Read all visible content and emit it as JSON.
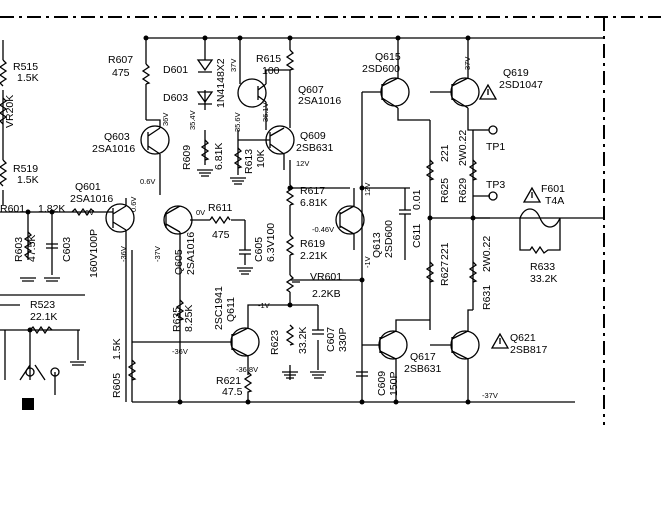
{
  "labels": {
    "r515": "R515",
    "r515v": "1.5K",
    "vr20k": "VR20K",
    "r519": "R519",
    "r519v": "1.5K",
    "r601": "R601",
    "r601v": "1.82K",
    "r603": "R603",
    "r603v": "47.5K",
    "c603": "C603",
    "c603v": "160V100P",
    "q601": "Q601",
    "q601t": "2SA1016",
    "r607": "R607",
    "r607v": "475",
    "d601": "D601",
    "d603": "D603",
    "d_type": "1N4148X2",
    "r615": "R615",
    "r615v": "100",
    "q607": "Q607",
    "q607t": "2SA1016",
    "q603": "Q603",
    "q603t": "2SA1016",
    "r609": "R609",
    "r609v": "6.81K",
    "r613": "R613",
    "r613v": "10K",
    "q609": "Q609",
    "q609t": "2SB631",
    "r617": "R617",
    "r617v": "6.81K",
    "r619": "R619",
    "r619v": "2.21K",
    "vr601": "VR601",
    "vr601v": "2.2KB",
    "q613": "Q613",
    "q613t": "2SD600",
    "c611": "C611",
    "c611v": "0.01",
    "q615": "Q615",
    "q615t": "2SD600",
    "q619": "Q619",
    "q619t": "2SD1047",
    "r625": "R625",
    "r625v": "221",
    "r629": "R629",
    "r629v": "2W0.22",
    "tp1": "TP1",
    "tp3": "TP3",
    "f601": "F601",
    "f601v": "T4A",
    "r633": "R633",
    "r633v": "33.2K",
    "r611": "R611",
    "r611v": "475",
    "c605": "C605",
    "c605v": "6.3V100",
    "q605": "Q605",
    "q605t": "2SA1016",
    "r635": "R635",
    "r635v": "8.25K",
    "q611": "Q611",
    "q611t": "2SC1941",
    "r605": "R605",
    "r605v": "1.5K",
    "r621": "R621",
    "r621v": "47.5",
    "r623": "R623",
    "r623v": "33.2K",
    "c607": "C607",
    "c607v": "330P",
    "c609": "C609",
    "c609v": "150P",
    "q617": "Q617",
    "q617t": "2SB631",
    "r627": "R627",
    "r627v": "221",
    "r631": "R631",
    "r631v": "2W0.22",
    "q621": "Q621",
    "q621t": "2SB817",
    "r523": "R523",
    "r523v": "22.1K"
  },
  "voltages": {
    "v0a": "0V",
    "v0b": "0V",
    "v06a": "0.6V",
    "v06b": "0.6V",
    "v36": "36V",
    "v354": "35.4V",
    "v356": "35.6V",
    "v361": "36.1V",
    "v37a": "37V",
    "v37b": "37V",
    "v12a": "12V",
    "v12b": "12V",
    "vm36a": "-36V",
    "vm37a": "-37V",
    "vm36b": "-36V",
    "vm368": "-36.8V",
    "vm046": "-0.46V",
    "vm1a": "-1V",
    "vm1b": "-1V",
    "vm37b": "-37V"
  },
  "colors": {
    "ink": "#000000",
    "paper": "#ffffff"
  },
  "icons": [
    "warning-triangle-icon"
  ]
}
